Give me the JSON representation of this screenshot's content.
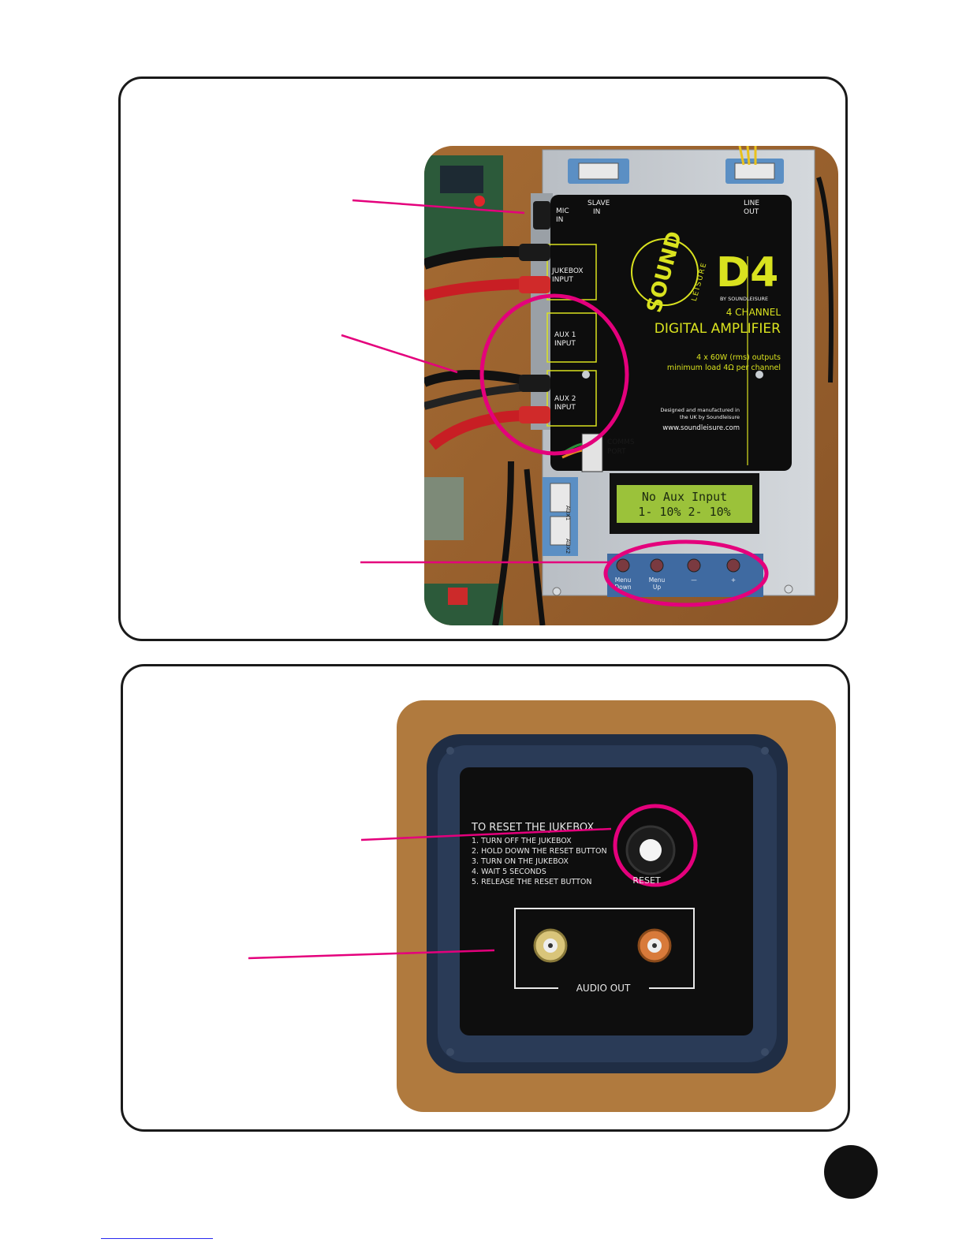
{
  "amplifier": {
    "labels": {
      "mic_in": [
        "MIC",
        "IN"
      ],
      "slave_in": [
        "SLAVE",
        "IN"
      ],
      "line_out": [
        "LINE",
        "OUT"
      ],
      "jukebox_input": [
        "JUKEBOX",
        "INPUT"
      ],
      "aux1_input": [
        "AUX 1",
        "INPUT"
      ],
      "aux2_input": [
        "AUX 2",
        "INPUT"
      ],
      "comms_port": [
        "COMMS",
        "PORT"
      ],
      "aux1_vert": "AUX1",
      "aux2_vert": "AUX2"
    },
    "brand_logo": "SOUND",
    "brand_sub": "LEISURE",
    "model": "D4",
    "by_line": "BY SOUNDLEISURE",
    "channel": "4 CHANNEL",
    "product": "DIGITAL AMPLIFIER",
    "spec_line1": "4 x 60W (rms) outputs",
    "spec_line2": "minimum load 4Ω per channel",
    "made_line1": "Designed and manufactured in",
    "made_line2": "the UK by Soundleisure",
    "website": "www.soundleisure.com",
    "lcd_line1": "No Aux Input",
    "lcd_line2": "1- 10%   2- 10%",
    "buttons": [
      {
        "label": [
          "Menu",
          "Down"
        ]
      },
      {
        "label": [
          "Menu",
          "Up"
        ]
      },
      {
        "label": [
          "—"
        ]
      },
      {
        "label": [
          "+"
        ]
      }
    ]
  },
  "reset_panel": {
    "heading": "TO RESET THE JUKEBOX",
    "steps": [
      "1. TURN OFF THE JUKEBOX",
      "2. HOLD DOWN THE RESET BUTTON",
      "3. TURN ON THE JUKEBOX",
      "4. WAIT 5 SECONDS",
      "5. RELEASE THE RESET BUTTON"
    ],
    "reset_label": "RESET",
    "audio_out_label": "AUDIO OUT"
  },
  "colors": {
    "callout": "#e4007c",
    "amp_yellow": "#d9e21f",
    "lcd_green": "#9bc23a",
    "wood": "#b07a3e"
  }
}
